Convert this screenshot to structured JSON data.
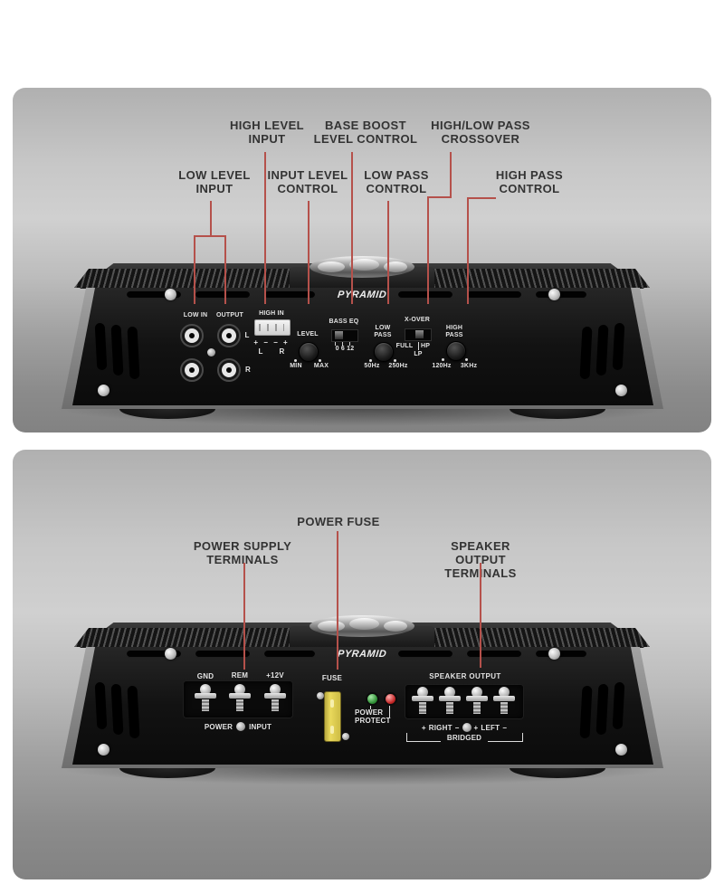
{
  "colors": {
    "callout_line": "#b5514b",
    "callout_text": "#333333",
    "panel_text": "#e4e4e4",
    "fuse_yellow": "#ead95c",
    "led_green": "#2f8f35",
    "led_red": "#c22525"
  },
  "top_section": {
    "callouts": {
      "high_level_input": {
        "lines": [
          "HIGH LEVEL",
          "INPUT"
        ]
      },
      "base_boost": {
        "lines": [
          "BASE BOOST",
          "LEVEL CONTROL"
        ]
      },
      "crossover": {
        "lines": [
          "HIGH/LOW PASS",
          "CROSSOVER"
        ]
      },
      "low_level_input": {
        "lines": [
          "LOW LEVEL",
          "INPUT"
        ]
      },
      "input_level": {
        "lines": [
          "INPUT LEVEL",
          "CONTROL"
        ]
      },
      "low_pass": {
        "lines": [
          "LOW PASS",
          "CONTROL"
        ]
      },
      "high_pass": {
        "lines": [
          "HIGH PASS",
          "CONTROL"
        ]
      }
    },
    "panel": {
      "brand": "PYRAMID",
      "low_in": "LOW IN",
      "output": "OUTPUT",
      "high_in": "HIGH IN",
      "jack_l": "L",
      "jack_r": "R",
      "polarity": "+ − − +",
      "pol_l": "L",
      "pol_r": "R",
      "level": "LEVEL",
      "min": "MIN",
      "max": "MAX",
      "bass_eq": "BASS EQ",
      "bass_scale": "0 6 12",
      "low_pass_1": "LOW",
      "low_pass_2": "PASS",
      "hz50": "50Hz",
      "hz250": "250Hz",
      "xover": "X-OVER",
      "full": "FULL",
      "hp": "HP",
      "lp": "LP",
      "high_pass_1": "HIGH",
      "high_pass_2": "PASS",
      "hz120": "120Hz",
      "khz3": "3KHz"
    }
  },
  "bottom_section": {
    "callouts": {
      "power_fuse": {
        "lines": [
          "POWER FUSE"
        ]
      },
      "power_supply": {
        "lines": [
          "POWER SUPPLY",
          "TERMINALS"
        ]
      },
      "speaker_output": {
        "lines": [
          "SPEAKER OUTPUT",
          "TERMINALS"
        ]
      }
    },
    "panel": {
      "brand": "PYRAMID",
      "gnd": "GND",
      "rem": "REM",
      "v12": "+12V",
      "power": "POWER",
      "input": "INPUT",
      "fuse": "FUSE",
      "led_power": "POWER",
      "led_protect": "PROTECT",
      "speaker_output": "SPEAKER OUTPUT",
      "right_plus": "+",
      "right": "RIGHT",
      "right_minus": "−",
      "left_plus": "+",
      "left": "LEFT",
      "left_minus": "−",
      "bridged": "BRIDGED"
    }
  }
}
